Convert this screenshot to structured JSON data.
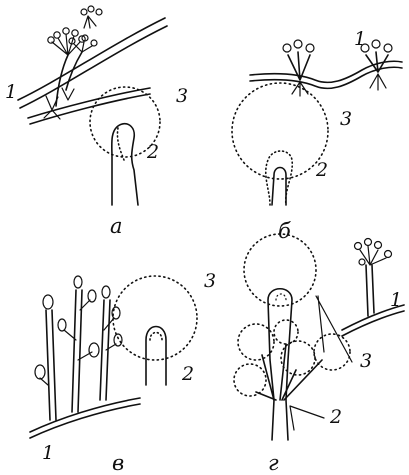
{
  "panels": [
    {
      "id": "a",
      "caption": "а",
      "labels": {
        "one": "1",
        "two": "2",
        "three": "3"
      }
    },
    {
      "id": "b",
      "caption": "б",
      "labels": {
        "one": "1",
        "two": "2",
        "three": "3"
      }
    },
    {
      "id": "v",
      "caption": "в",
      "labels": {
        "one": "1",
        "two": "2",
        "three": "3"
      }
    },
    {
      "id": "g",
      "caption": "г",
      "labels": {
        "one": "1",
        "two": "2",
        "three": "3"
      }
    }
  ]
}
